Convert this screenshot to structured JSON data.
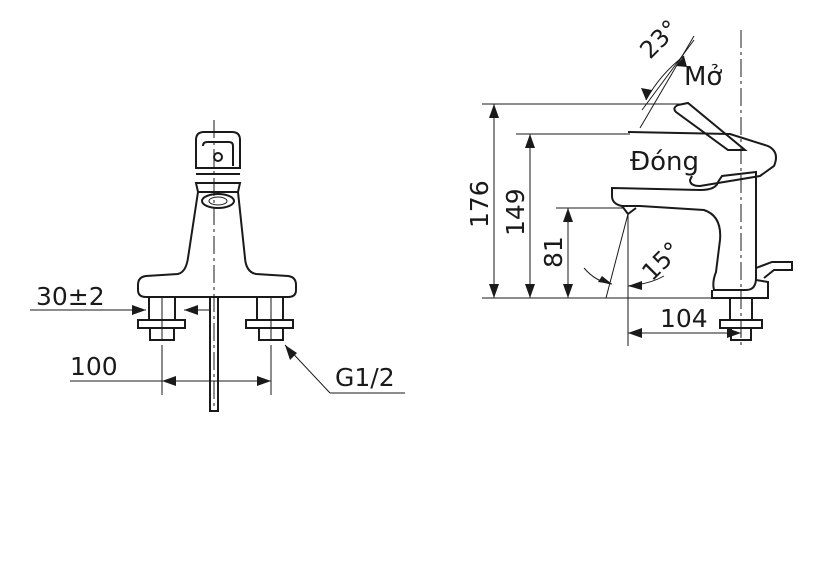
{
  "front_view": {
    "label_deck_height": "30±2",
    "label_spacing": "100",
    "label_thread": "G1/2"
  },
  "side_view": {
    "label_angle_open": "23°",
    "label_open": "Mở",
    "label_closed": "Đóng",
    "label_height_total": "176",
    "label_height_lever": "149",
    "label_height_spout": "81",
    "label_angle_spout": "15°",
    "label_reach": "104"
  }
}
